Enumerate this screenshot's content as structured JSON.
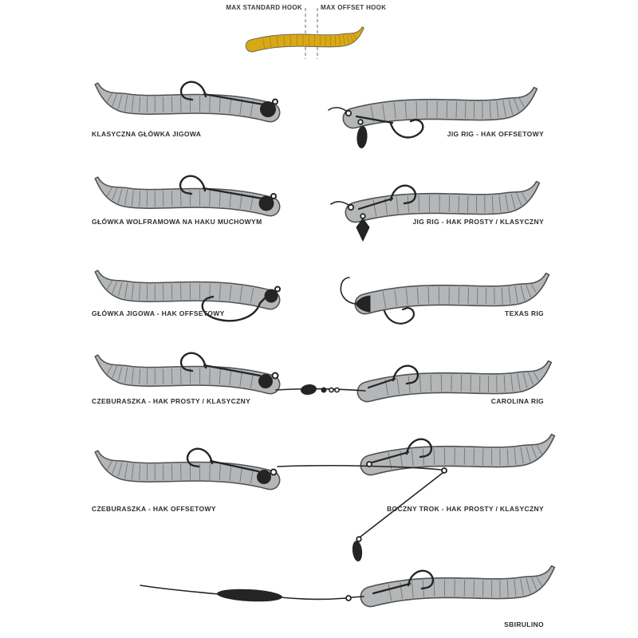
{
  "header": {
    "left_label": "MAX STANDARD HOOK",
    "right_label": "MAX OFFSET HOOK"
  },
  "rigs": [
    {
      "id": "jig-classic",
      "label": "KLASYCZNA GŁÓWKA JIGOWA"
    },
    {
      "id": "jig-rig-offset",
      "label": "JIG RIG - HAK OFFSETOWY"
    },
    {
      "id": "tungsten-fly",
      "label": "GŁÓWKA WOLFRAMOWA NA HAKU MUCHOWYM"
    },
    {
      "id": "jig-rig-straight",
      "label": "JIG RIG - HAK PROSTY / KLASYCZNY"
    },
    {
      "id": "jig-offset",
      "label": "GŁÓWKA JIGOWA - HAK OFFSETOWY"
    },
    {
      "id": "texas",
      "label": "TEXAS RIG"
    },
    {
      "id": "cheburashka-straight",
      "label": "CZEBURASZKA - HAK PROSTY / KLASYCZNY"
    },
    {
      "id": "carolina",
      "label": "CAROLINA RIG"
    },
    {
      "id": "cheburashka-offset",
      "label": "CZEBURASZKA - HAK OFFSETOWY"
    },
    {
      "id": "boczny-trok",
      "label": "BOCZNY TROK - HAK PROSTY / KLASYCZNY"
    },
    {
      "id": "sbirulino",
      "label": "SBIRULINO"
    }
  ],
  "colors": {
    "worm_fill": "#b4b6b7",
    "worm_outline": "#4e5254",
    "worm_rib": "#75787a",
    "worm_yellow": "#d8a816",
    "yellow_outline": "#6b6352",
    "yellow_rib": "#9a7a10",
    "hardware": "#242424",
    "guide_line": "#6a6a6a",
    "label": "#2d2d2d"
  }
}
